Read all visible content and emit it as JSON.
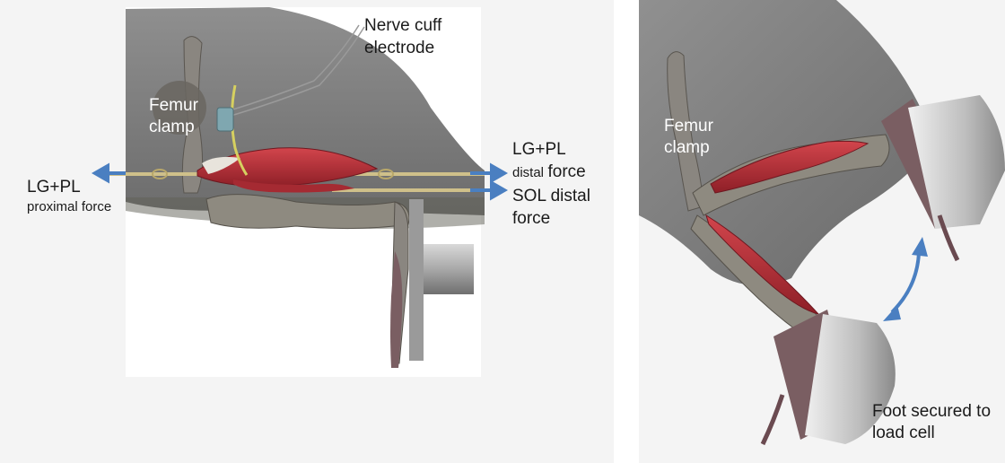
{
  "left_panel": {
    "nerve_cuff_line1": "Nerve cuff",
    "nerve_cuff_line2": "electrode",
    "femur_clamp_line1": "Femur",
    "femur_clamp_line2": "clamp",
    "lgpl_proximal_title": "LG+PL",
    "lgpl_proximal_sub": "proximal force",
    "lgpl_distal_title": "LG+PL",
    "lgpl_distal_sub_small": "distal",
    "lgpl_distal_sub_big": "force",
    "sol_line1": "SOL distal",
    "sol_line2": "force"
  },
  "right_panel": {
    "femur_clamp_line1": "Femur",
    "femur_clamp_line2": "clamp",
    "foot_line1": "Foot secured to",
    "foot_line2": "load cell"
  },
  "colors": {
    "arrow": "#4a7fc1",
    "muscle": "#b8323a",
    "body": "#7d7d7d",
    "bone": "#8e8a80",
    "tendon": "#cfc08a"
  }
}
